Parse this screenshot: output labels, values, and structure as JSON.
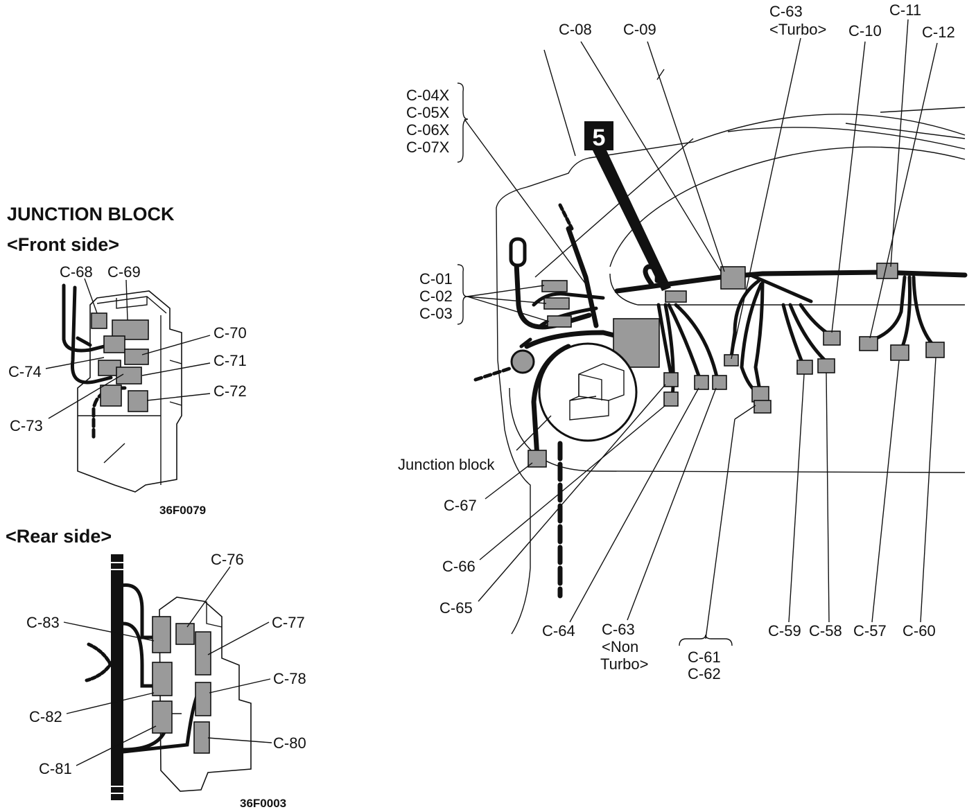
{
  "junction_block": {
    "title": "JUNCTION  BLOCK",
    "front": {
      "heading": "<Front  side>",
      "labels": [
        "C-68",
        "C-69",
        "C-70",
        "C-71",
        "C-72",
        "C-73",
        "C-74"
      ],
      "code": "36F0079"
    },
    "rear": {
      "heading": "<Rear  side>",
      "labels": [
        "C-76",
        "C-77",
        "C-78",
        "C-80",
        "C-81",
        "C-82",
        "C-83"
      ],
      "code": "36F0003"
    }
  },
  "main": {
    "badge": "5",
    "top_labels": [
      "C-08",
      "C-09",
      "C-63",
      "<Turbo>",
      "C-10",
      "C-11",
      "C-12"
    ],
    "left_group_1": [
      "C-04X",
      "C-05X",
      "C-06X",
      "C-07X"
    ],
    "left_group_2": [
      "C-01",
      "C-02",
      "C-03"
    ],
    "junction_label": "Junction block",
    "left_bottom": [
      "C-67",
      "C-66",
      "C-65"
    ],
    "bottom_labels": [
      "C-64",
      "C-63",
      "<Non",
      "Turbo>",
      "C-61",
      "C-62",
      "C-59",
      "C-58",
      "C-57",
      "C-60"
    ]
  }
}
